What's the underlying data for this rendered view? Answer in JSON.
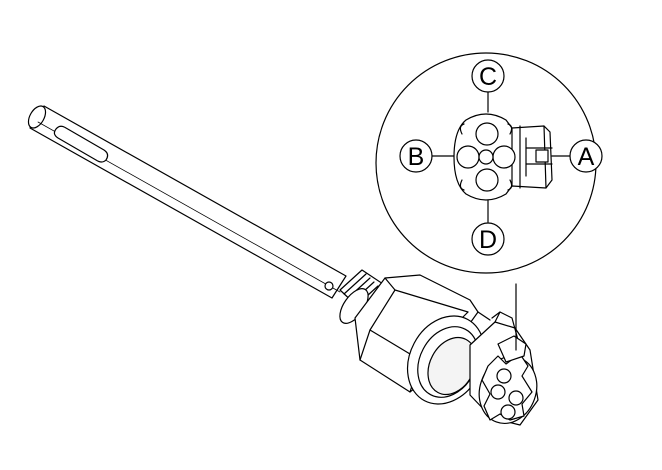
{
  "diagram": {
    "pins": [
      {
        "id": "pin-a",
        "label": "A"
      },
      {
        "id": "pin-b",
        "label": "B"
      },
      {
        "id": "pin-c",
        "label": "C"
      },
      {
        "id": "pin-d",
        "label": "D"
      }
    ],
    "colors": {
      "ink": "#000000",
      "fill": "#ffffff",
      "shade": "#e6e6e6"
    },
    "icons": {
      "detail": "magnified-connector-view",
      "part": "sensor-probe"
    }
  }
}
